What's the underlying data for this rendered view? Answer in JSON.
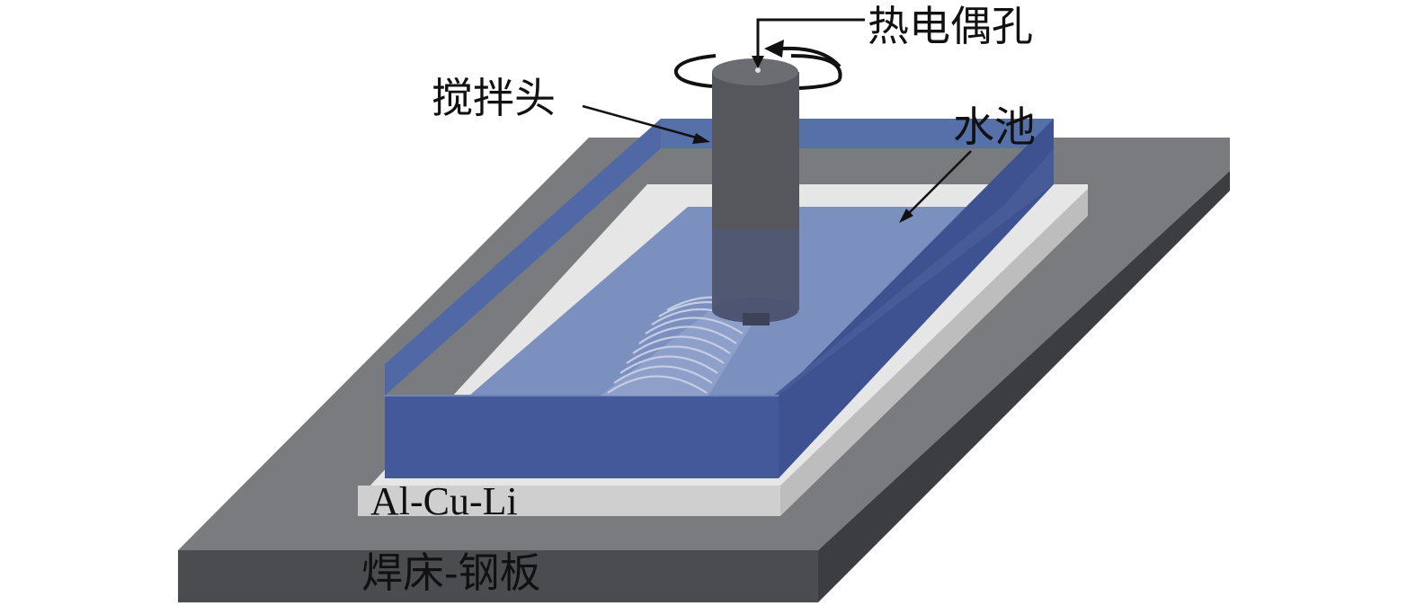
{
  "labels": {
    "thermocouple_hole": "热电偶孔",
    "stir_tool": "搅拌头",
    "water_pool": "水池",
    "workpiece": "Al-Cu-Li",
    "weld_bed": "焊床-钢板"
  },
  "colors": {
    "bed_top": "#7a7b7e",
    "bed_front": "#4a4c50",
    "bed_side": "#3b3d41",
    "plate_top": "#e6e6e6",
    "plate_front": "#cfcfcf",
    "pool_back": "#5670aa",
    "pool_front": "#44599a",
    "pool_right": "#3e5190",
    "pool_water": "#7b90bf",
    "tool_body": "#55575c",
    "tool_top": "#6b6d72",
    "weld_ripple": "#b6c2dc",
    "text": "#111111"
  }
}
